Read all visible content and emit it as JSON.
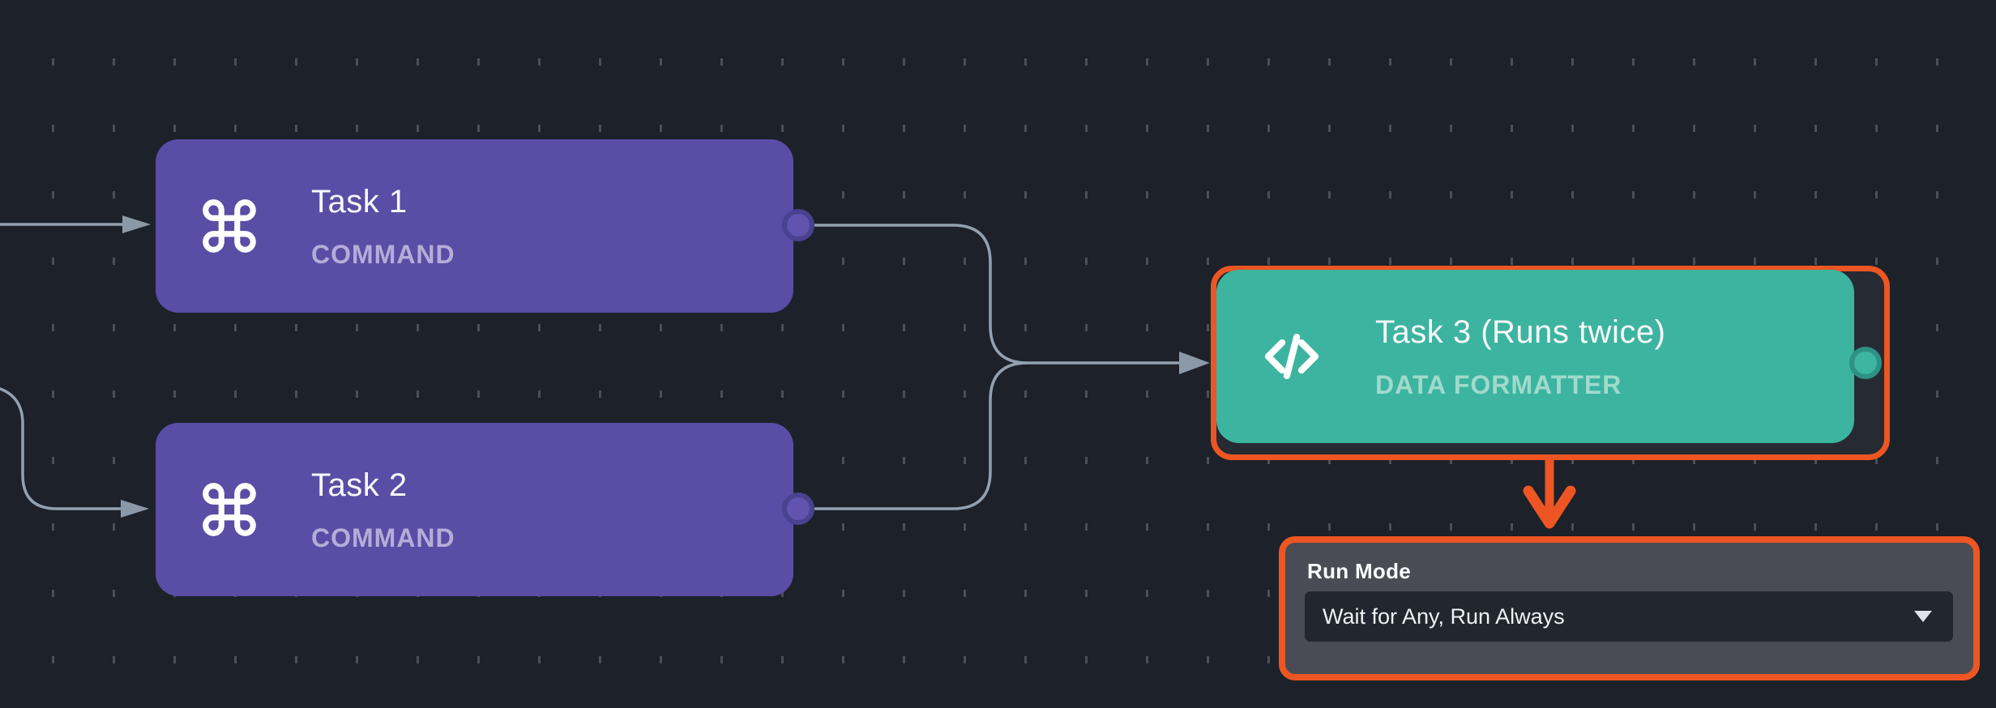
{
  "app": {
    "view": "workflow-dag-canvas"
  },
  "colors": {
    "background": "#1d212a",
    "grid_dash": "#4b4f57",
    "edge": "#93a1af",
    "node_command": "#5a4da5",
    "node_command_subtitle": "#b5acd8",
    "node_formatter": "#3cb4a0",
    "node_formatter_subtitle": "#a0dacd",
    "selection_highlight": "#ed5622",
    "panel_background": "#494c55",
    "dropdown_background": "#22262e"
  },
  "nodes": [
    {
      "id": "task-1",
      "title": "Task 1",
      "type_label": "COMMAND",
      "icon": "command-icon",
      "selected": false
    },
    {
      "id": "task-2",
      "title": "Task 2",
      "type_label": "COMMAND",
      "icon": "command-icon",
      "selected": false
    },
    {
      "id": "task-3",
      "title": "Task 3 (Runs twice)",
      "type_label": "DATA FORMATTER",
      "icon": "code-icon",
      "selected": true
    }
  ],
  "edges": [
    {
      "from": "offscreen-left",
      "to": "task-1"
    },
    {
      "from": "offscreen-left",
      "to": "task-2"
    },
    {
      "from": "task-1",
      "to": "task-3"
    },
    {
      "from": "task-2",
      "to": "task-3"
    }
  ],
  "config_panel": {
    "label": "Run Mode",
    "dropdown_value": "Wait for Any, Run Always",
    "attached_to": "task-3"
  }
}
